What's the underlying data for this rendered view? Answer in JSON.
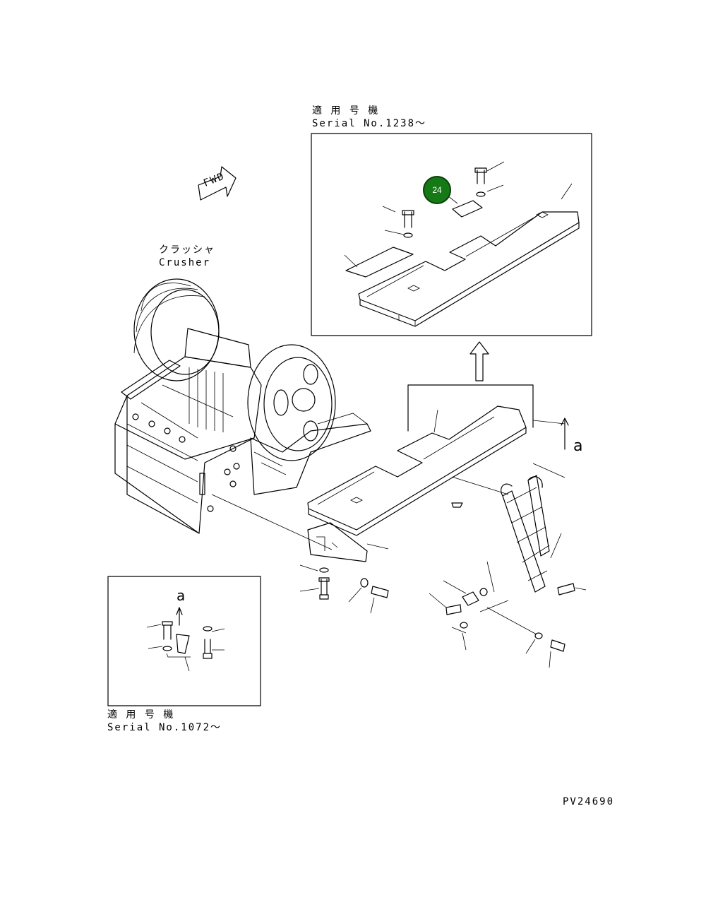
{
  "top_note": {
    "jp": "適 用 号 機",
    "serial": "Serial No.1238～"
  },
  "bottom_note": {
    "jp": "適 用 号 機",
    "serial": "Serial No.1072～"
  },
  "crusher_label": {
    "jp": "クラッシャ",
    "en": "Crusher"
  },
  "fwd_label": "FWD",
  "view_letter_main": "a",
  "view_letter_inset": "a",
  "callout_badge": "24",
  "badge_color": "#157a15",
  "drawing_number": "PV24690"
}
